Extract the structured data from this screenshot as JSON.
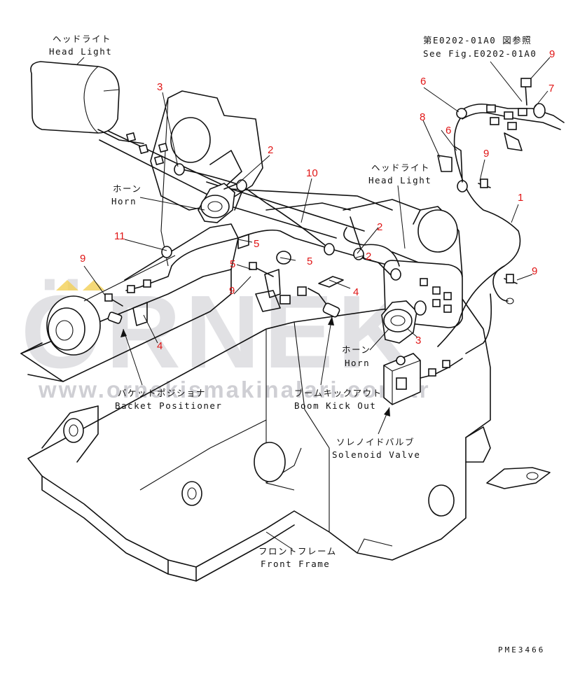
{
  "watermark": {
    "brand": "ÖRNEK",
    "url": "www.ornekismakinalari.com.tr"
  },
  "reference": {
    "jp": "第E0202-01A0 図参照",
    "en": "See Fig.E0202-01A0"
  },
  "parts": [
    {
      "id": "head-light-left",
      "jp": "ヘッドライト",
      "en": "Head Light"
    },
    {
      "id": "horn-left",
      "jp": "ホーン",
      "en": "Horn"
    },
    {
      "id": "head-light-right",
      "jp": "ヘッドライト",
      "en": "Head Light"
    },
    {
      "id": "horn-right",
      "jp": "ホーン",
      "en": "Horn"
    },
    {
      "id": "bucket-positioner",
      "jp": "バケットポジショナ",
      "en": "Backet Positioner"
    },
    {
      "id": "boom-kick-out",
      "jp": "ブームキックアウト",
      "en": "Boom Kick Out"
    },
    {
      "id": "solenoid-valve",
      "jp": "ソレノイドバルブ",
      "en": "Solenoid Valve"
    },
    {
      "id": "front-frame",
      "jp": "フロントフレーム",
      "en": "Front Frame"
    }
  ],
  "callouts": [
    "1",
    "2",
    "2",
    "2",
    "3",
    "3",
    "4",
    "4",
    "5",
    "5",
    "5",
    "5",
    "6",
    "6",
    "7",
    "8",
    "9",
    "9",
    "9",
    "9",
    "9",
    "10",
    "11"
  ],
  "drawing_code": "PME3466",
  "colors": {
    "callout": "#e01515",
    "line": "#111111",
    "watermark": "#c9c9cf"
  }
}
